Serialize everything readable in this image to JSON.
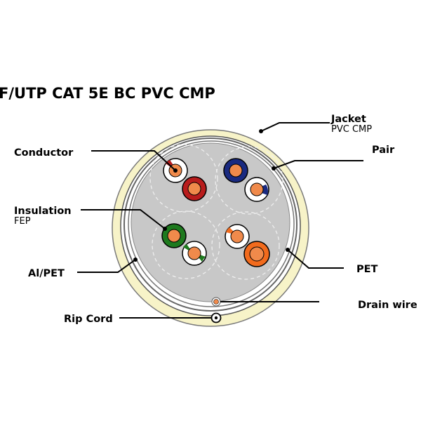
{
  "title": "F/UTP CAT 5E BC PVC CMP",
  "labels": {
    "jacket": "Jacket",
    "jacket_sub": "PVC CMP",
    "pair": "Pair",
    "conductor": "Conductor",
    "insulation": "Insulation",
    "insulation_sub": "FEP",
    "al_pet": "Al/PET",
    "pet": "PET",
    "drain_wire": "Drain wire",
    "rip_cord": "Rip Cord"
  },
  "colors": {
    "jacket": "#f7f3c8",
    "core": "#c8c8c8",
    "copper": "#f08a4b",
    "blue": "#1a2a80",
    "brown": "#b81c1c",
    "green": "#1e7a1e",
    "orange": "#f26b1d"
  }
}
